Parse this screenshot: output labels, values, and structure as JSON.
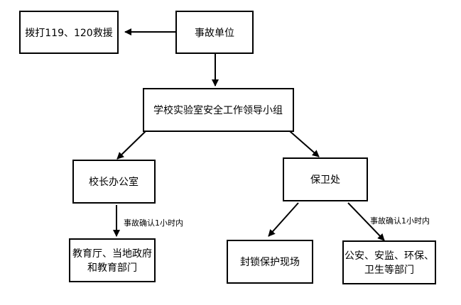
{
  "nodes": {
    "accident_unit": {
      "label": "事故单位"
    },
    "call_rescue": {
      "label": "拨打119、120救援"
    },
    "safety_group": {
      "label": "学校实验室安全工作领导小组"
    },
    "principal_office": {
      "label": "校长办公室"
    },
    "security_dept": {
      "label": "保卫处"
    },
    "education_bureau": {
      "line1": "教育厅、当地政府",
      "line2": "和教育部门"
    },
    "seal_site": {
      "label": "封锁保护现场"
    },
    "police_depts": {
      "line1": "公安、安监、环保、",
      "line2": "卫生等部门"
    }
  },
  "edge_labels": {
    "principal_to_education": "事故确认1小时内",
    "security_to_police": "事故确认1小时内"
  },
  "colors": {
    "stroke": "#000000",
    "fill": "#ffffff"
  }
}
